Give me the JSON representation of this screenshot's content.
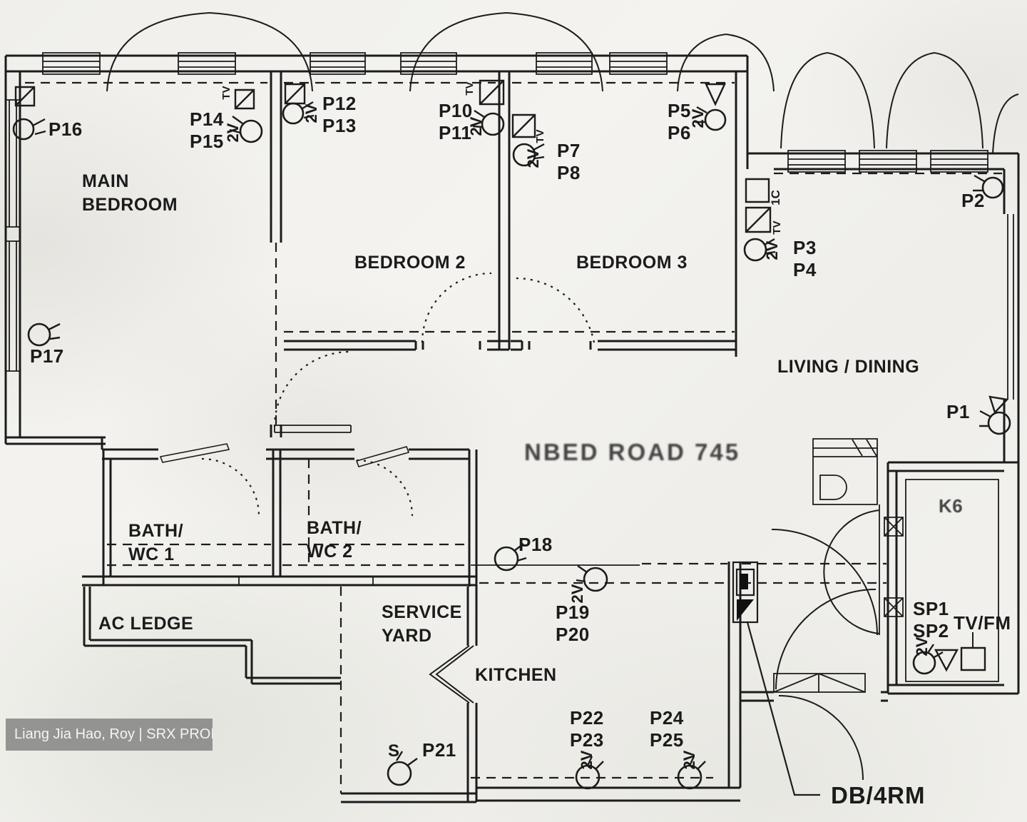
{
  "watermark": {
    "text": "Liang Jia Hao, Roy | SRX PROPERTY"
  },
  "stamp": {
    "text": "NBED ROAD 745"
  },
  "labels": {
    "db": "DB/4RM",
    "k6": "K6"
  },
  "rooms": {
    "main_bedroom": "MAIN\nBEDROOM",
    "bedroom2": "BEDROOM 2",
    "bedroom3": "BEDROOM 3",
    "living_dining": "LIVING / DINING",
    "bath_wc1": "BATH/\nWC 1",
    "bath_wc2": "BATH/\nWC 2",
    "ac_ledge": "AC LEDGE",
    "service_yard": "SERVICE\nYARD",
    "kitchen": "KITCHEN"
  },
  "points": {
    "p1": "P1",
    "p2": "P2",
    "p3_4": "P3\nP4",
    "p5_6": "P5\nP6",
    "p7_8": "P7\nP8",
    "p10_11": "P10\nP11",
    "p12_13": "P12\nP13",
    "p14_15": "P14\nP15",
    "p16": "P16",
    "p17": "P17",
    "p18": "P18",
    "p19_20": "P19\nP20",
    "p21": "P21",
    "p22_23": "P22\nP23",
    "p24_25": "P24\nP25",
    "sp1_2": "SP1\nSP2",
    "tv_fm": "TV/FM"
  },
  "annotations": {
    "two_v": "2V",
    "tv": "TV",
    "one_c": "1C",
    "s": "S"
  }
}
